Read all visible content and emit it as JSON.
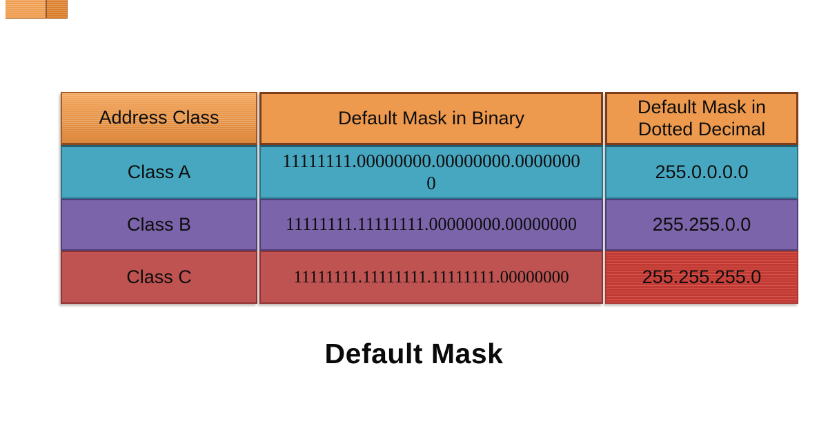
{
  "title": "Default Mask",
  "table": {
    "columns": [
      "Address Class",
      "Default Mask in Binary",
      "Default Mask in Dotted Decimal"
    ],
    "rows": [
      {
        "class_name": "Class A",
        "binary": "11111111.00000000.00000000.00000000",
        "decimal": "255.0.0.0.0",
        "theme": "teal"
      },
      {
        "class_name": "Class B",
        "binary": "11111111.11111111.00000000.00000000",
        "decimal": "255.255.0.0",
        "theme": "purple"
      },
      {
        "class_name": "Class C",
        "binary": "11111111.11111111.11111111.00000000",
        "decimal": "255.255.255.0",
        "theme": "red"
      }
    ]
  },
  "colors": {
    "background": "#ffffff",
    "header_orange": "#ee9a4e",
    "header_border": "#7c3d1a",
    "teal": "#47a7c1",
    "teal_border": "#2d7187",
    "purple": "#7b64aa",
    "purple_border": "#4f3d7a",
    "red": "#bf5351",
    "red_border": "#8e3331",
    "red_bright": "#c23a34",
    "text": "#0d0d0d"
  }
}
